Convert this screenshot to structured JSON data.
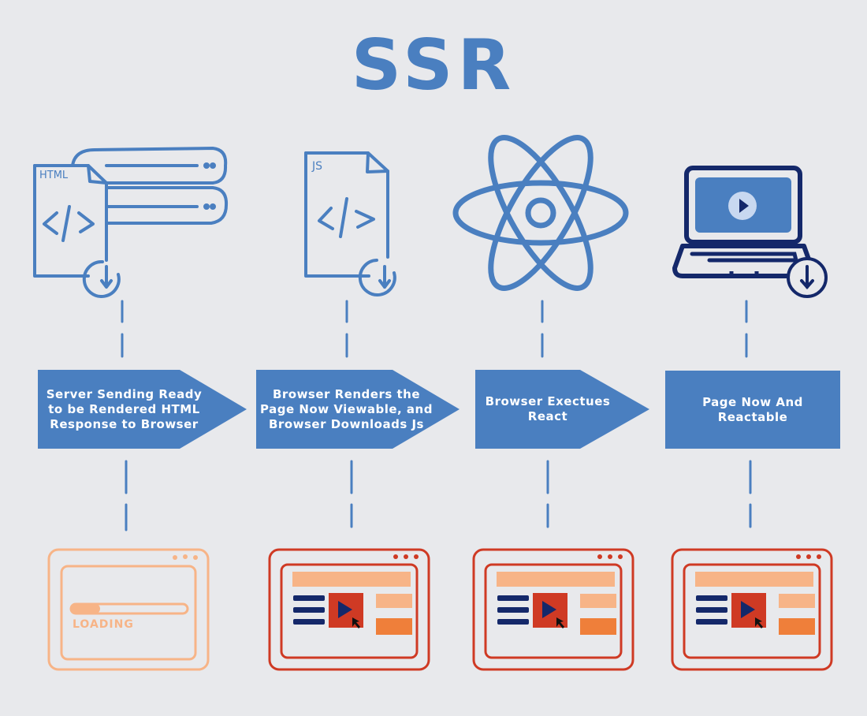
{
  "title": "SSR",
  "colors": {
    "primary_blue": "#4a7fc0",
    "navy": "#14286a",
    "peach": "#f7b487",
    "orange": "#ef7f3a",
    "red": "#cf3a24",
    "background": "#e8e9ec"
  },
  "steps": [
    {
      "label": "Server Sending Ready to be Rendered HTML Response to Browser",
      "icon": "html-file-server-icon",
      "file_label": "HTML"
    },
    {
      "label": "Browser Renders the Page Now Viewable, and Browser Downloads Js",
      "icon": "js-file-download-icon",
      "file_label": "JS"
    },
    {
      "label": "Browser Exectues React",
      "icon": "react-logo-icon"
    },
    {
      "label_plain": "Page Now And ",
      "label_bold": "Reactable",
      "icon": "laptop-play-icon"
    }
  ],
  "browser_states": [
    {
      "state": "loading",
      "text": "LOADING",
      "progress": 0.25
    },
    {
      "state": "rendered"
    },
    {
      "state": "rendered"
    },
    {
      "state": "rendered"
    }
  ]
}
